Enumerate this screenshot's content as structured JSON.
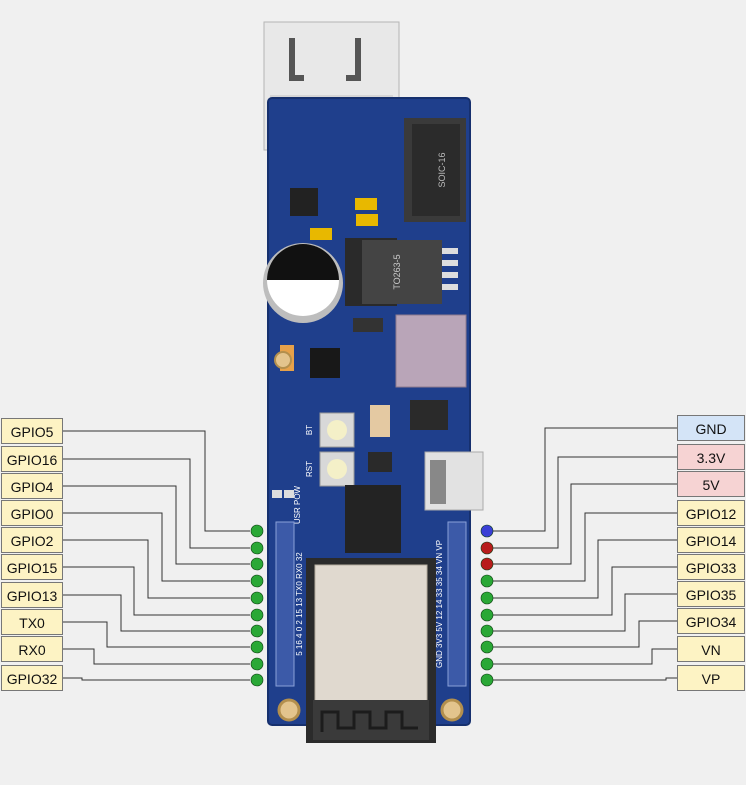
{
  "left_pins": [
    {
      "label": "GPIO5"
    },
    {
      "label": "GPIO16"
    },
    {
      "label": "GPIO4"
    },
    {
      "label": "GPIO0"
    },
    {
      "label": "GPIO2"
    },
    {
      "label": "GPIO15"
    },
    {
      "label": "GPIO13"
    },
    {
      "label": "TX0"
    },
    {
      "label": "RX0"
    },
    {
      "label": "GPIO32"
    }
  ],
  "right_pins": [
    {
      "label": "GND",
      "kind": "gnd"
    },
    {
      "label": "3.3V",
      "kind": "pwr"
    },
    {
      "label": "5V",
      "kind": "pwr"
    },
    {
      "label": "GPIO12",
      "kind": "gpio"
    },
    {
      "label": "GPIO14",
      "kind": "gpio"
    },
    {
      "label": "GPIO33",
      "kind": "gpio"
    },
    {
      "label": "GPIO35",
      "kind": "gpio"
    },
    {
      "label": "GPIO34",
      "kind": "gpio"
    },
    {
      "label": "VN",
      "kind": "gpio"
    },
    {
      "label": "VP",
      "kind": "gpio"
    }
  ],
  "board": {
    "ic_soic": "SOIC-16",
    "ic_to263": "TO263-5",
    "btn_bt": "BT",
    "btn_rst": "RST",
    "led_labels": "USR POW",
    "left_header_silk": "5 16 4 0 2 15 13 TX0 RX0 32",
    "right_header_silk": "GND 3V3 5V 12 14 33 35 34 VN VP"
  },
  "colors": {
    "background": "#f0f0f0",
    "pcb": "#1f3f8c",
    "gpio_label": "#fdf3c4",
    "gnd_label": "#d4e4f7",
    "power_label": "#f6d3d3",
    "gpio_dot": "#2aa836",
    "gnd_dot": "#3a3fd6",
    "power_dot": "#b81c1c"
  }
}
